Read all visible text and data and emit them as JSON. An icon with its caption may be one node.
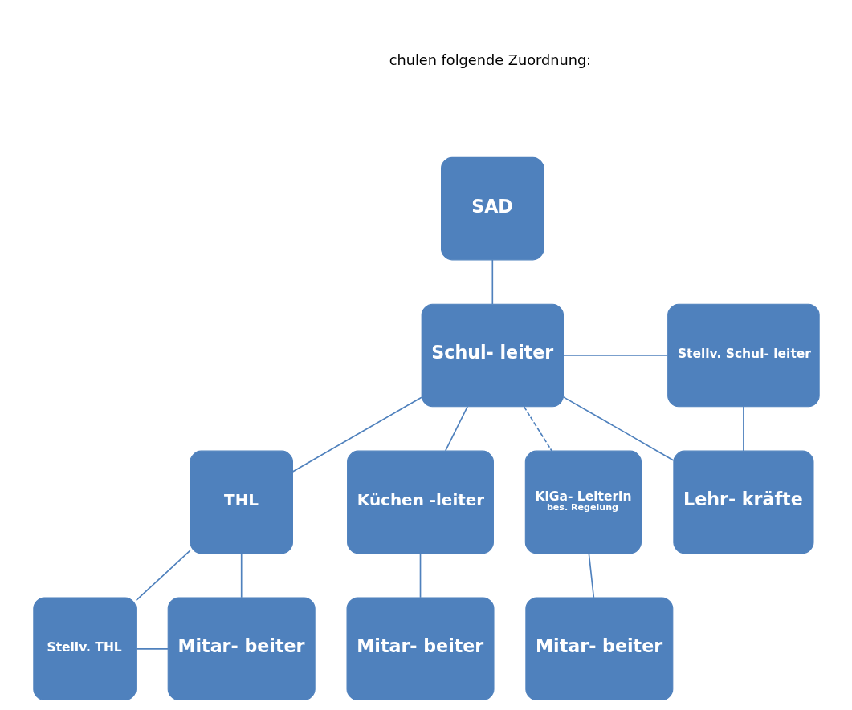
{
  "diagram": {
    "nodes": [
      {
        "text": [
          "SAD"
        ]
      },
      {
        "text": [
          "Schul- leiter"
        ]
      },
      {
        "text": [
          "Stellv. Schul- leiter"
        ]
      },
      {
        "text": [
          "Stellv. THL"
        ]
      },
      {
        "text": [
          "THL"
        ]
      },
      {
        "text": [
          "Küchen -leiter"
        ]
      },
      {
        "text": [
          "KiGa- Leiterin",
          "bes. Regelung"
        ]
      },
      {
        "text": [
          "Lehr- kräfte"
        ]
      },
      {
        "text": [
          "Mitar- beiter"
        ]
      },
      {
        "text": [
          "Mitar- beiter"
        ]
      },
      {
        "text": [
          "Mitar- beiter"
        ]
      }
    ],
    "edges": [
      {
        "from": 0,
        "to": 1,
        "arrow": "none"
      },
      {
        "from": 1,
        "to": 2,
        "arrow": "none"
      },
      {
        "from": 1,
        "to": 4,
        "arrow": "none"
      },
      {
        "from": 1,
        "to": 5,
        "arrow": "none"
      },
      {
        "from": 1,
        "to": 6,
        "arrow": "none",
        "style": "dashed"
      },
      {
        "from": 1,
        "to": 7,
        "arrow": "none"
      },
      {
        "from": 2,
        "to": 7,
        "arrow": "none"
      },
      {
        "from": 4,
        "to": 3,
        "arrow": "none"
      },
      {
        "from": 4,
        "to": 8,
        "arrow": "none"
      },
      {
        "from": 3,
        "to": 8,
        "arrow": "none"
      },
      {
        "from": 5,
        "to": 9,
        "arrow": "none"
      },
      {
        "from": 6,
        "to": 10,
        "arrow": "none"
      }
    ],
    "labels": [
      "chulen folgende Zuordnung:"
    ]
  }
}
